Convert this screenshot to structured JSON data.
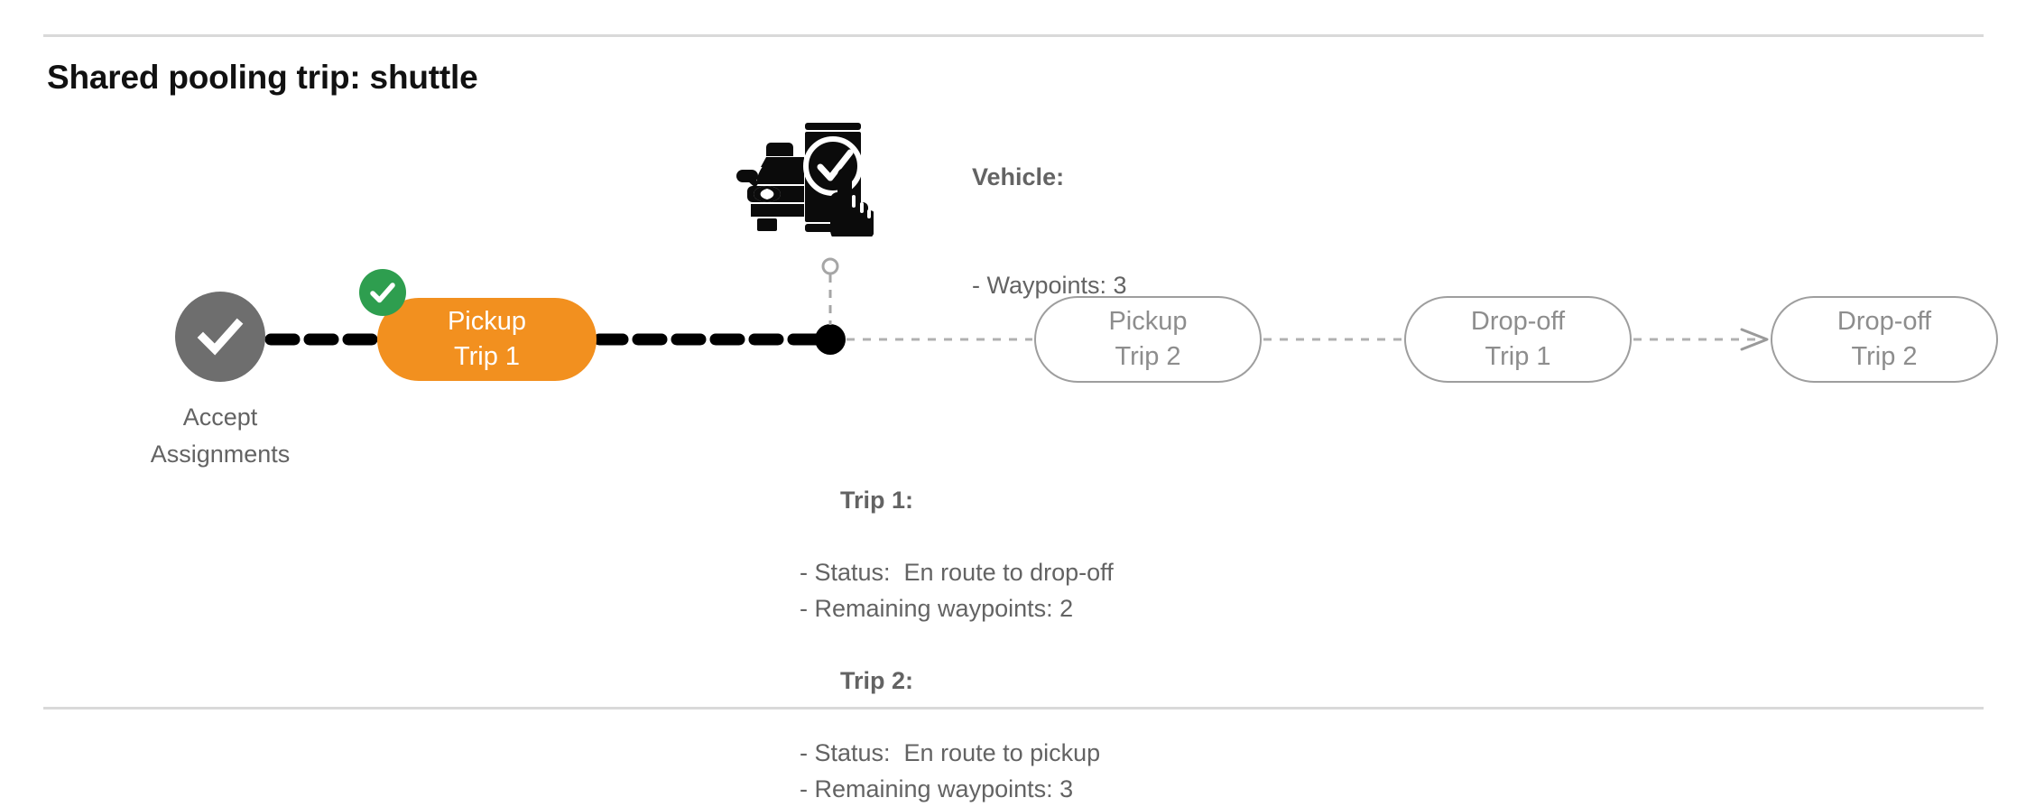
{
  "page": {
    "title": "Shared pooling trip: shuttle"
  },
  "nodes": {
    "accept": {
      "icon": "check-circle-icon",
      "label_line1": "Accept",
      "label_line2": "Assignments",
      "color": "#6e6e6e"
    },
    "active": {
      "label_line1": "Pickup",
      "label_line2": "Trip 1",
      "color": "#f2901f",
      "badge_icon": "green-check-badge-icon",
      "badge_color": "#2e9e4f",
      "completed": true
    },
    "upcoming": [
      {
        "label_line1": "Pickup",
        "label_line2": "Trip 2"
      },
      {
        "label_line1": "Drop-off",
        "label_line2": "Trip 1"
      },
      {
        "label_line1": "Drop-off",
        "label_line2": "Trip 2"
      }
    ]
  },
  "vehicle_marker": {
    "icon": "car-phone-check-icon",
    "callout": {
      "heading": "Vehicle",
      "heading_suffix": ":",
      "lines": [
        "- Waypoints: 3"
      ]
    }
  },
  "trips_callout": {
    "groups": [
      {
        "heading": "Trip 1",
        "heading_suffix": ":",
        "lines": [
          "- Status:  En route to drop-off",
          "- Remaining waypoints: 2"
        ]
      },
      {
        "heading": "Trip 2",
        "heading_suffix": ":",
        "lines": [
          "- Status:  En route to pickup",
          "- Remaining waypoints: 3"
        ]
      }
    ]
  },
  "colors": {
    "accent_orange": "#f2901f",
    "success_green": "#2e9e4f",
    "muted_gray": "#9e9e9e",
    "text_gray": "#636363",
    "rule_gray": "#d9d9d9",
    "completed_path": "#000000"
  }
}
